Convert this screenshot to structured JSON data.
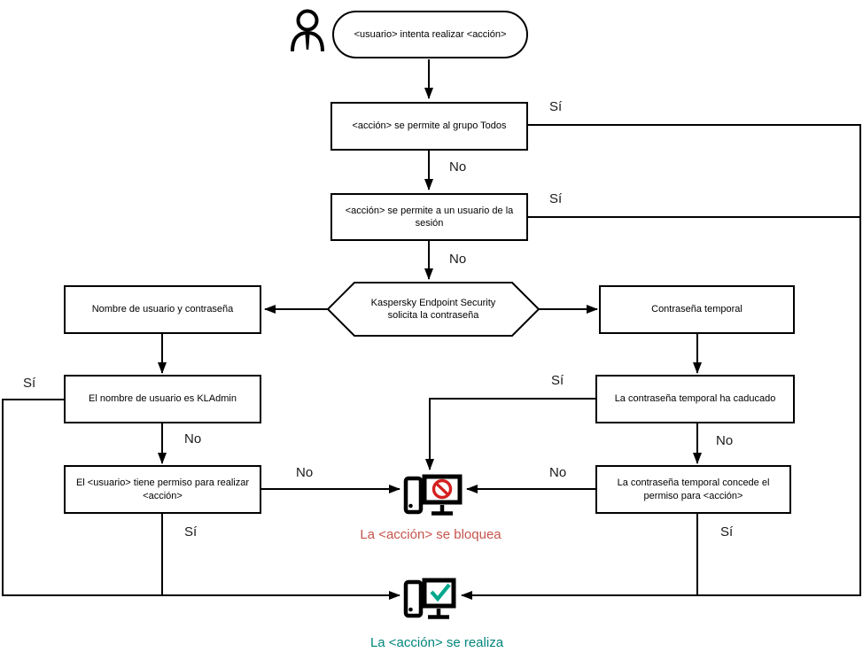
{
  "labels": {
    "yes": "Sí",
    "no": "No"
  },
  "nodes": {
    "start": "<usuario> intenta realizar <acción>",
    "allowed_everyone": "<acción> se permite al grupo Todos",
    "allowed_session_user": "<acción> se permite a un usuario de la sesión",
    "password_prompt": "Kaspersky Endpoint Security solicita la contraseña",
    "username_password": "Nombre de usuario y contraseña",
    "username_is_kladmin": "El nombre de usuario es KLAdmin",
    "user_has_permission": "El <usuario> tiene permiso para realizar <acción>",
    "temp_password": "Contraseña temporal",
    "temp_password_expired": "La contraseña temporal ha caducado",
    "temp_password_grants": "La contraseña temporal concede el permiso para <acción>"
  },
  "status": {
    "blocked": "La <acción> se bloquea",
    "performed": "La <acción> se realiza"
  },
  "icons": {
    "actor": "person-icon",
    "blocked": "blocked-computer-icon",
    "performed": "allowed-computer-icon"
  },
  "colors": {
    "line": "#000000",
    "prohibition_badge": "#d42020",
    "check_badge": "#00a88b",
    "blocked_text": "#c4544c",
    "performed_text": "#00857b"
  }
}
